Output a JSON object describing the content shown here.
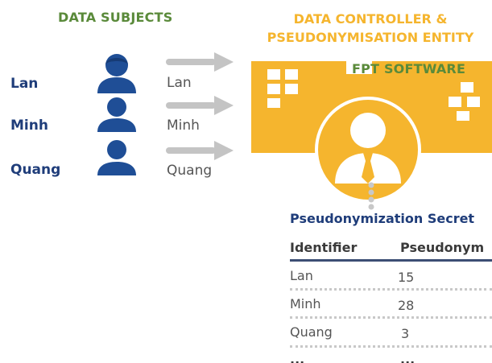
{
  "headers": {
    "data_subjects": "DATA SUBJECTS",
    "controller_line1": "DATA CONTROLLER &",
    "controller_line2": "PSEUDONYMISATION ENTITY",
    "company": "FPT SOFTWARE"
  },
  "subjects": [
    {
      "name": "Lan",
      "arrow_label": "Lan"
    },
    {
      "name": "Minh",
      "arrow_label": "Minh"
    },
    {
      "name": "Quang",
      "arrow_label": "Quang"
    }
  ],
  "secret": {
    "title": "Pseudonymization Secret",
    "columns": [
      "Identifier",
      "Pseudonym"
    ],
    "rows": [
      {
        "identifier": "Lan",
        "pseudonym": "15"
      },
      {
        "identifier": "Minh",
        "pseudonym": "28"
      },
      {
        "identifier": "Quang",
        "pseudonym": "3"
      }
    ],
    "ellipsis": [
      "...",
      "..."
    ]
  },
  "colors": {
    "green": "#5a8a3a",
    "orange": "#f5b52e",
    "navy": "#1f3d7a",
    "person_blue": "#1f4e96",
    "arrow_grey": "#c4c4c4"
  },
  "icons": [
    "person-icon",
    "arrow-icon",
    "building-icon",
    "manager-icon"
  ]
}
